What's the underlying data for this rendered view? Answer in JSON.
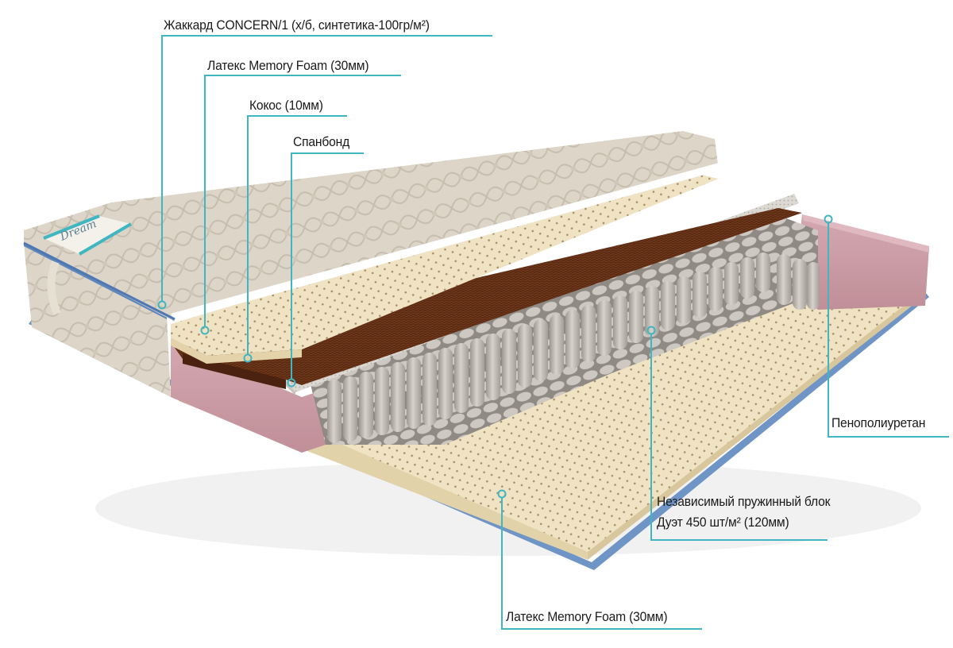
{
  "diagram": {
    "subject": "mattress-cross-section",
    "accent_color": "#3fb6c1",
    "label_color": "#1a1a1a",
    "callouts": [
      {
        "id": "jacquard",
        "text": "Жаккард CONCERN/1 (х/б, синтетика-100гр/м²)"
      },
      {
        "id": "latex-top",
        "text": "Латекс Memory Foam (30мм)"
      },
      {
        "id": "coconut",
        "text": "Кокос (10мм)"
      },
      {
        "id": "spunbond",
        "text": "Спанбонд"
      },
      {
        "id": "pu-foam",
        "text": "Пенополиуретан"
      },
      {
        "id": "springs",
        "lines": [
          "Независимый пружинный блок",
          "Дуэт 450 шт/м²  (120мм)"
        ]
      },
      {
        "id": "latex-bottom",
        "text": "Латекс Memory Foam (30мм)"
      }
    ],
    "layer_colors": {
      "jacquard": "#d9d2c4",
      "latex": "#efe2c1",
      "coconut": "#5a2a12",
      "spunbond": "#d8d4ce",
      "springs": "#bdb8b1",
      "pu_foam": "#c99aa3",
      "border": "#6e95c6"
    }
  }
}
